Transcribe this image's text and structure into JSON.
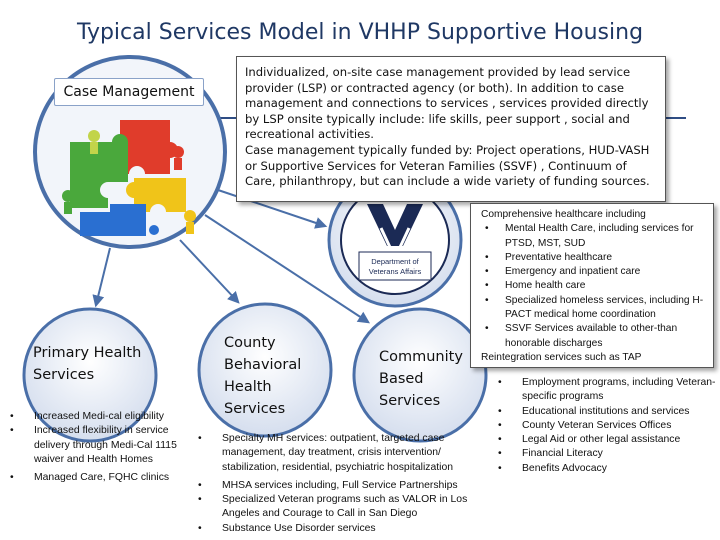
{
  "title": "Typical Services Model in VHHP Supportive Housing",
  "case_management": {
    "label": "Case Management",
    "description": [
      "Individualized, on-site case management provided by lead service provider (LSP) or contracted agency (or both). In addition to case management and connections to services , services provided directly by LSP onsite typically include: life skills, peer support , social and recreational activities.",
      "Case management typically funded by: Project operations, HUD-VASH or Supportive Services for Veteran Families (SSVF) , Continuum of Care, philanthropy, but can include a wide variety of funding sources."
    ]
  },
  "va": {
    "logo_text": "Department of Veterans Affairs",
    "lead": "Comprehensive healthcare including",
    "items": [
      "Mental Health Care, including services for PTSD, MST, SUD",
      "Preventative healthcare",
      "Emergency and inpatient care",
      "Home health care",
      "Specialized homeless services, including H-PACT medical home coordination",
      "SSVF Services available to other-than honorable discharges"
    ],
    "tail": "Reintegration services such as TAP"
  },
  "primary": {
    "title": "Primary Health Services",
    "items": [
      "Increased Medi-cal eligibility",
      "Increased flexibility in service delivery through Medi-Cal 1115 waiver and Health Homes",
      "Managed Care, FQHC clinics"
    ]
  },
  "county": {
    "title": "County Behavioral Health Services",
    "items": [
      "Specialty MH services: outpatient, targeted case management, day treatment, crisis intervention/ stabilization, residential, psychiatric hospitalization",
      "MHSA services including, Full Service Partnerships",
      "Specialized Veteran programs such as VALOR in Los Angeles and Courage to Call in San Diego",
      "Substance Use Disorder services"
    ]
  },
  "community": {
    "title": "Community Based Services",
    "items": [
      "Employment programs, including Veteran-specific programs",
      "Educational institutions and services",
      "County Veteran Services Offices",
      "Legal Aid or other legal assistance",
      "Financial Literacy",
      "Benefits Advocacy"
    ]
  },
  "colors": {
    "title": "#1f3864",
    "circle_stroke": "#4a6fa8",
    "circle_fill": "#dbe3f0",
    "hub_fill": "#f2f5fa",
    "arrow": "#4a6fa8",
    "line": "#2f4d84"
  }
}
